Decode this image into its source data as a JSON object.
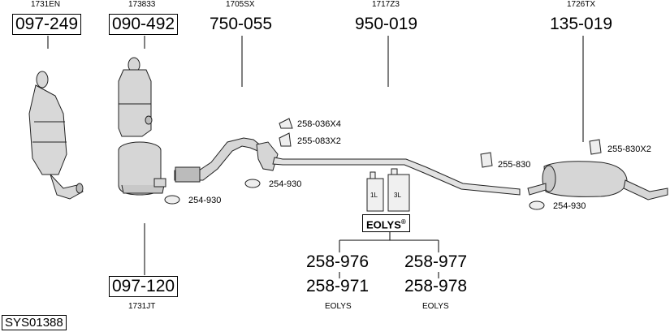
{
  "diagram": {
    "code": "SYS01388",
    "parts": [
      {
        "ref": "1731EN",
        "number": "097-249"
      },
      {
        "ref": "173833",
        "number": "090-492"
      },
      {
        "ref": "1705SX",
        "number": "750-055"
      },
      {
        "ref": "1717Z3",
        "number": "950-019"
      },
      {
        "ref": "1726TX",
        "number": "135-019"
      },
      {
        "ref": "1731JT",
        "number": "097-120"
      }
    ],
    "clamps": {
      "c1": "254-930",
      "c2": "254-930",
      "c3": "254-930",
      "mount1": "258-036X4",
      "mount2": "255-083X2",
      "hanger1": "255-830",
      "hanger2": "255-830X2"
    },
    "additive": {
      "brand": "EOLYS",
      "trademark": "®",
      "can1_label": "1L",
      "can2_label": "3L",
      "left_col": [
        "258-976",
        "258-971"
      ],
      "right_col": [
        "258-977",
        "258-978"
      ],
      "left_caption": "EOLYS",
      "right_caption": "EOLYS"
    }
  }
}
